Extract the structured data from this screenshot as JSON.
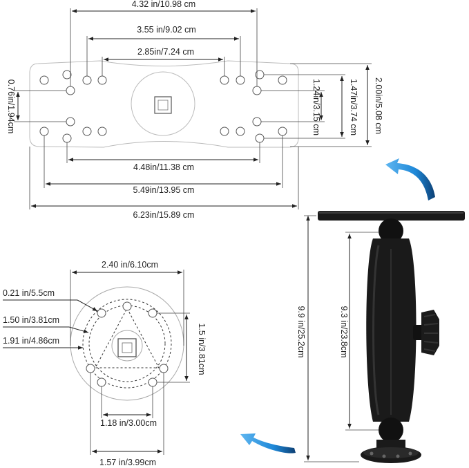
{
  "top_plate": {
    "dim_overall_top": "4.32 in/10.98 cm",
    "dim_mid": "3.55 in/9.02 cm",
    "dim_inner": "2.85in/7.24 cm",
    "dim_left_vertical": "0.76in/1.94cm",
    "dim_right_inner_vertical": "1.24in/3.15 cm",
    "dim_right_mid_vertical": "1.47in/3.74 cm",
    "dim_right_outer_vertical": "2.00in/5.08 cm",
    "dim_bottom_inner": "4.48in/11.38 cm",
    "dim_bottom_mid": "5.49in/13.95 cm",
    "dim_bottom_overall": "6.23in/15.89 cm"
  },
  "round_base": {
    "dim_top": "2.40 in/6.10cm",
    "dim_hole": "0.21 in/5.5cm",
    "dim_circle_a": "1.50 in/3.81cm",
    "dim_circle_b": "1.91 in/4.86cm",
    "dim_right_vertical": "1.5 in/3.81cm",
    "dim_bottom_inner": "1.18 in/3.00cm",
    "dim_bottom_outer": "1.57 in/3.99cm"
  },
  "mount": {
    "dim_total_height": "9.9 in/25.2cm",
    "dim_arm_height": "9.3 in/23.8cm"
  },
  "colors": {
    "arrow": "#1e88d8",
    "mount_body": "#1a1a1a"
  },
  "icons": [
    "rotate-arrow-icon",
    "rotate-arrow-icon"
  ]
}
